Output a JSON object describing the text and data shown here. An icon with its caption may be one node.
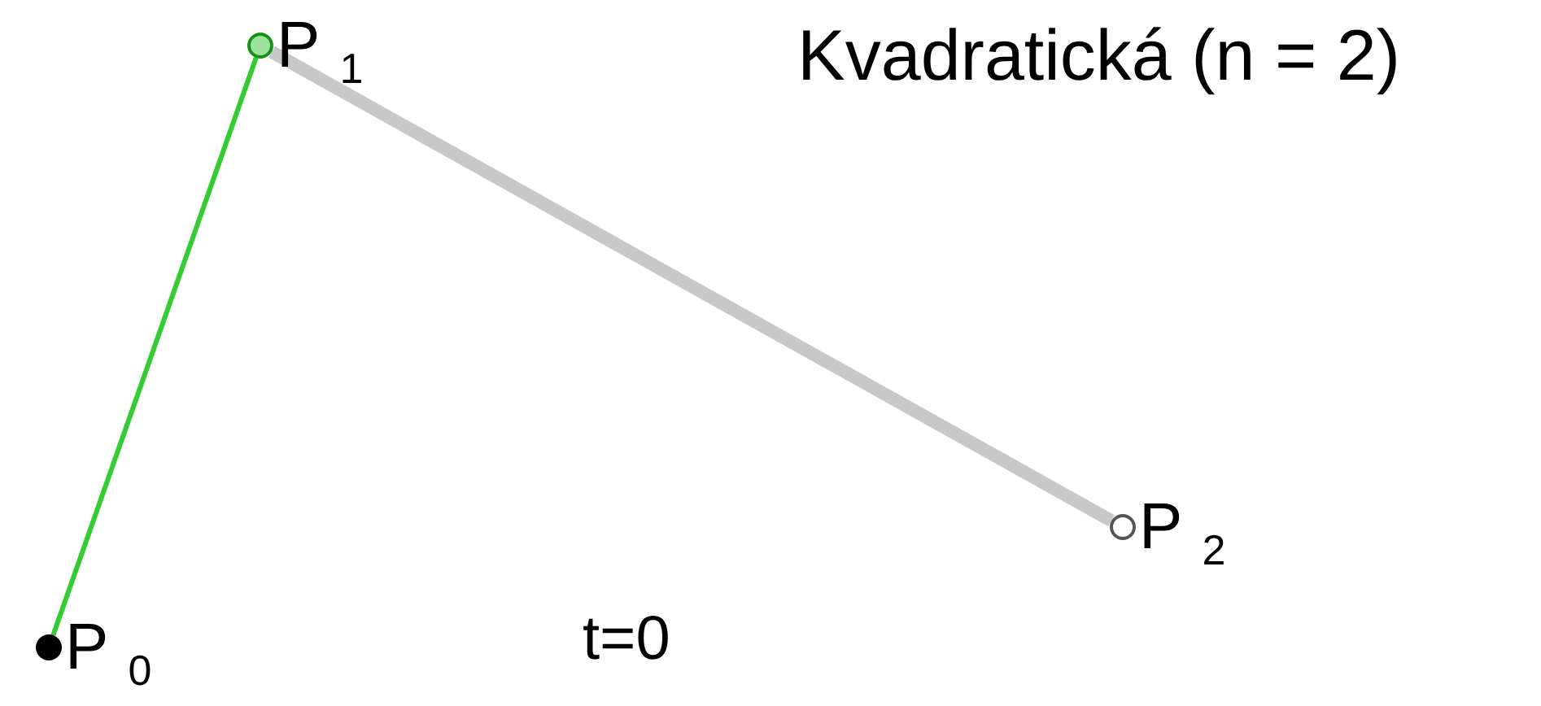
{
  "diagram": {
    "title": "Kvadratická (n = 2)",
    "nodes": [
      {
        "text": [],
        "shape": "circle",
        "beside": [
          "P$_{1}$"
        ]
      },
      {
        "text": [],
        "shape": "circle",
        "beside": [
          "P$_{2}$"
        ]
      },
      {
        "text": [],
        "shape": "circle",
        "beside": [
          "P$_{0}$"
        ]
      }
    ],
    "edges": [
      {
        "from": 2,
        "to": 0,
        "arrow": "none",
        "color": "#33cc33"
      },
      {
        "from": 0,
        "to": 1,
        "arrow": "none",
        "style": "thick",
        "color": "#c8c8c8"
      }
    ],
    "labels": [
      "t=0"
    ]
  }
}
